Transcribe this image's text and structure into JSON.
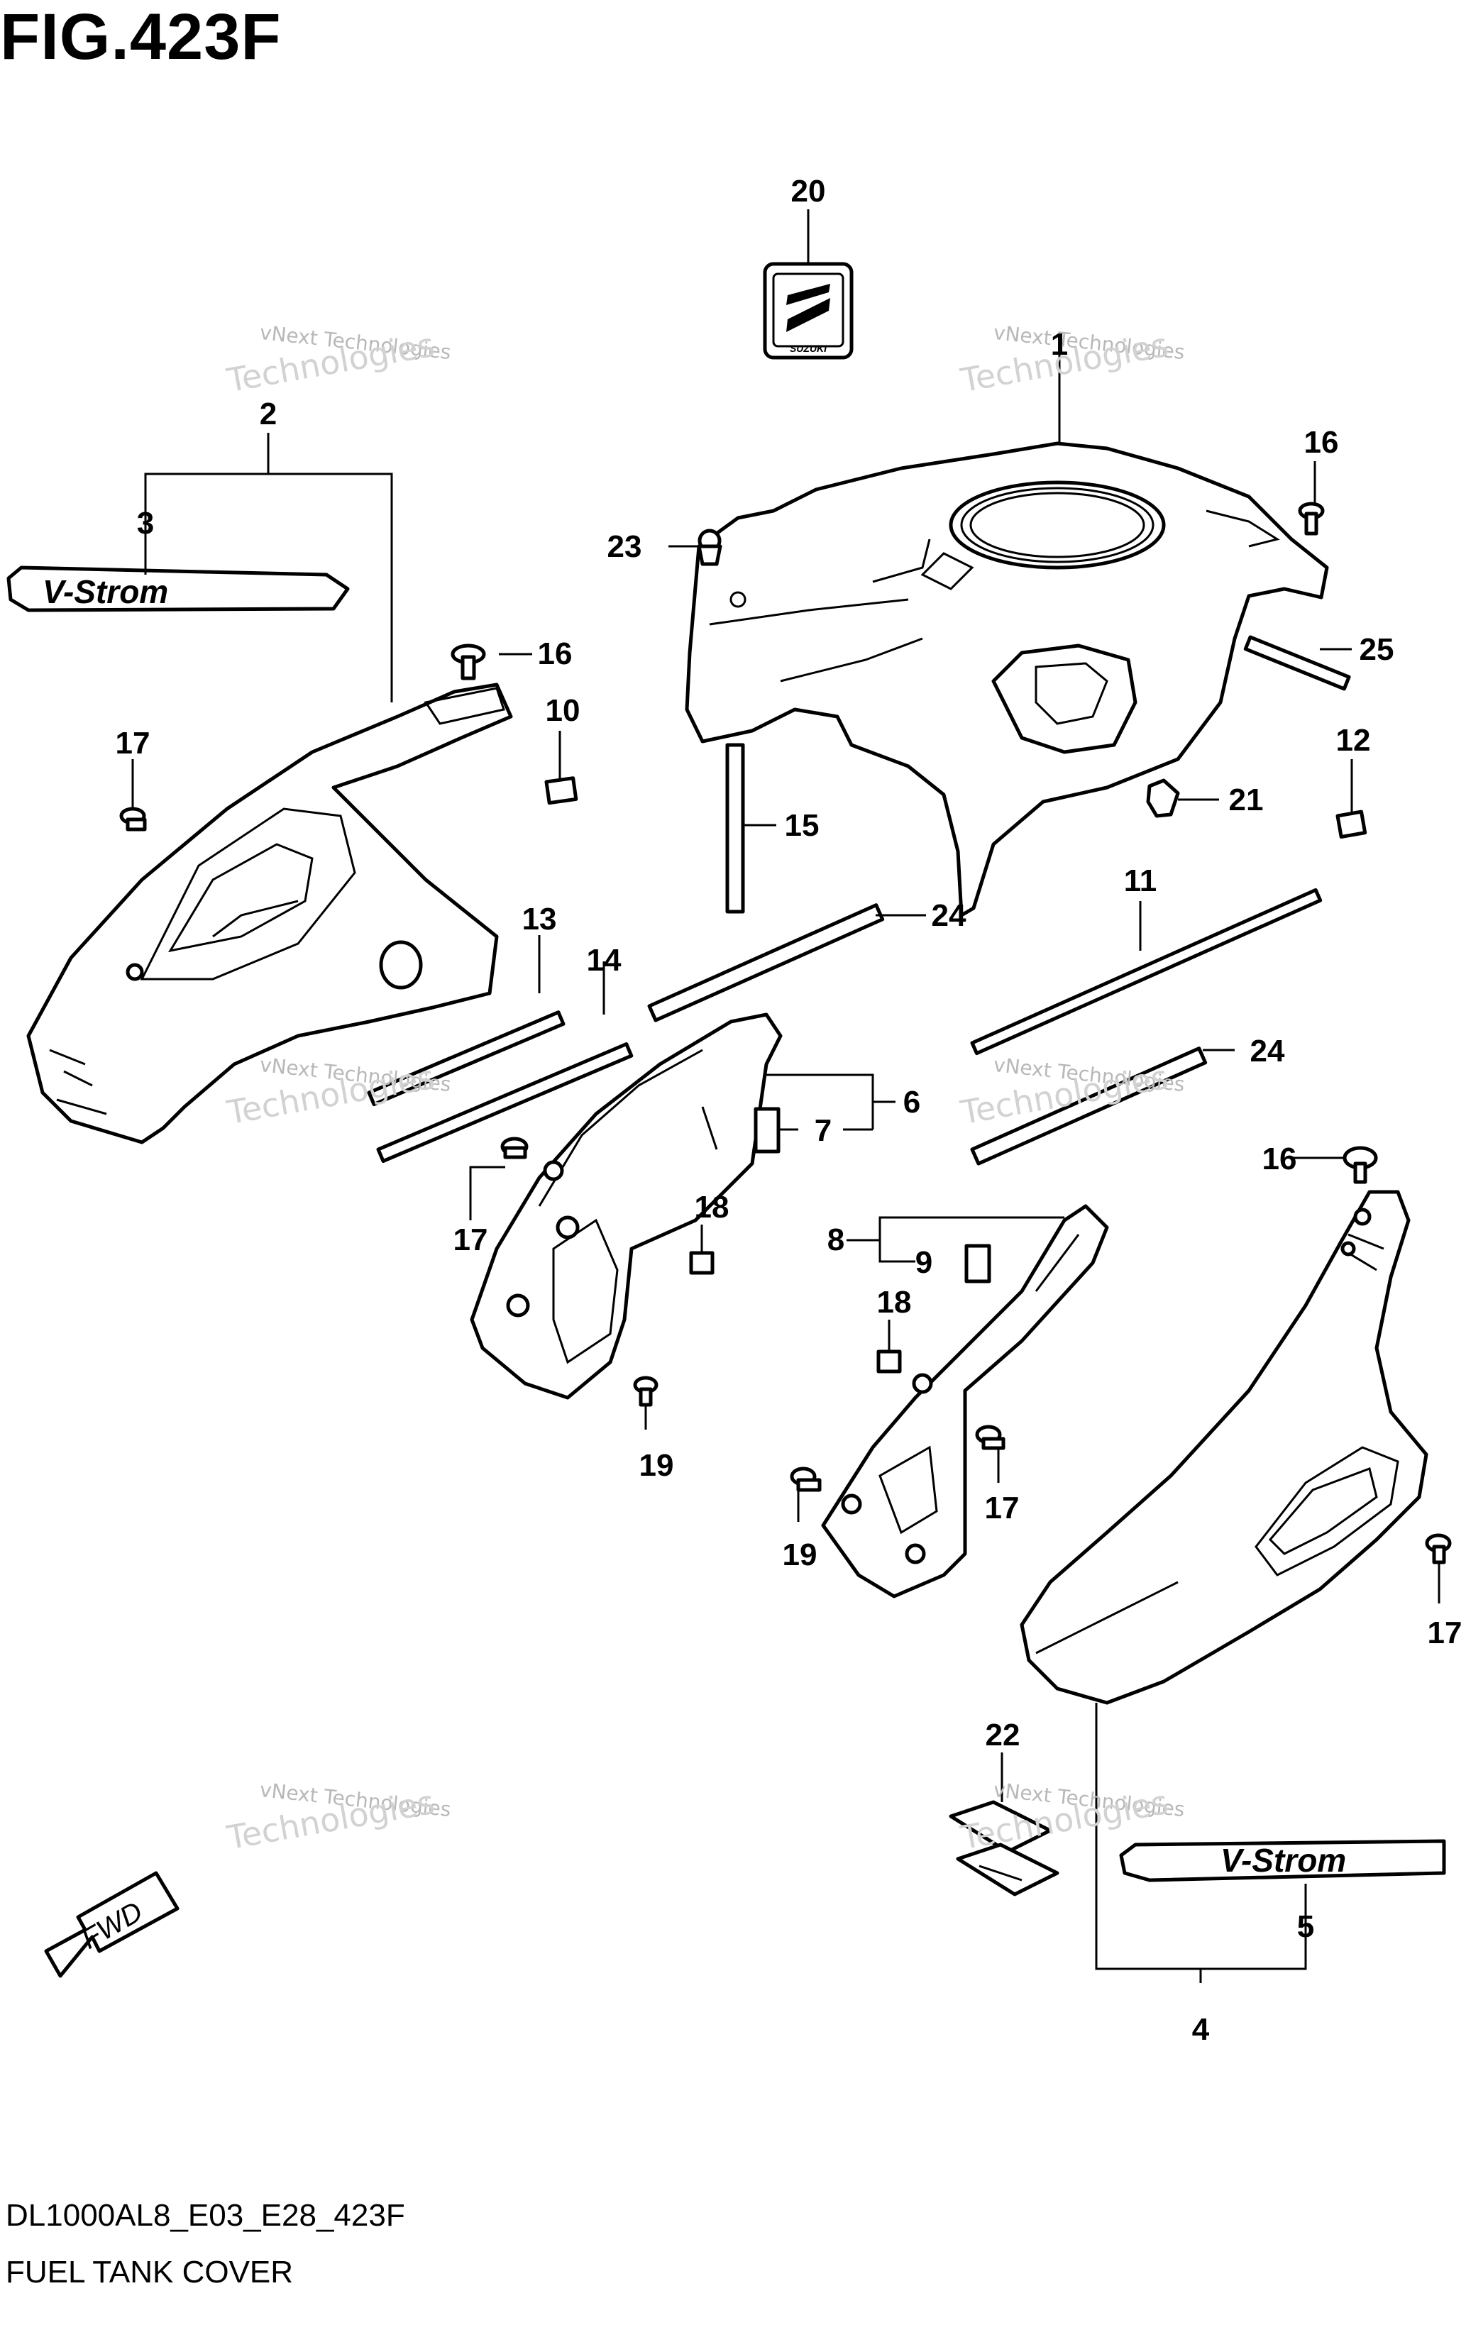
{
  "figure": {
    "title": "FIG.423F"
  },
  "footer": {
    "code": "DL1000AL8_E03_E28_423F",
    "name": "FUEL TANK COVER"
  },
  "fwd_label": "FWD",
  "emblem_text": "SUZUKI",
  "stripe_text": "V-Strom",
  "watermark": {
    "line1": "vNext Technologies",
    "line2": "Technologies"
  },
  "callouts": {
    "c1": "1",
    "c2": "2",
    "c3": "3",
    "c4": "4",
    "c5": "5",
    "c6": "6",
    "c7": "7",
    "c8": "8",
    "c9": "9",
    "c10": "10",
    "c11": "11",
    "c12": "12",
    "c13": "13",
    "c14": "14",
    "c15": "15",
    "c16a": "16",
    "c16b": "16",
    "c16c": "16",
    "c17a": "17",
    "c17b": "17",
    "c17c": "17",
    "c17d": "17",
    "c18a": "18",
    "c18b": "18",
    "c19a": "19",
    "c19b": "19",
    "c20": "20",
    "c21": "21",
    "c22": "22",
    "c23": "23",
    "c24a": "24",
    "c24b": "24",
    "c25": "25"
  }
}
